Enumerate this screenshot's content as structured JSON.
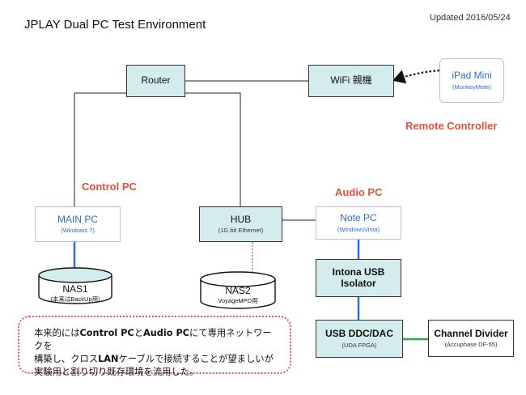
{
  "title": "JPLAY Dual PC Test Environment",
  "updated": "Updated 2016/05/24",
  "nodes": {
    "router": {
      "label": "Router"
    },
    "wifi": {
      "label": "WiFi 親機"
    },
    "ipad": {
      "label": "iPad Mini",
      "sub": "(MonkeyMote)"
    },
    "main_pc": {
      "label": "MAIN PC",
      "sub": "(Windows 7)"
    },
    "hub": {
      "label": "HUB",
      "sub": "(1G bit Ethernet)"
    },
    "note_pc": {
      "label": "Note PC",
      "sub": "(WindowsVista)"
    },
    "nas1": {
      "label": "NAS1",
      "sub": "(本来はBackUp用)"
    },
    "nas2": {
      "label": "NAS2",
      "sub": "VoyageMPD用"
    },
    "intona": {
      "label_line1": "Intona USB",
      "label_line2": "Isolator"
    },
    "usb_dac": {
      "label": "USB DDC/DAC",
      "sub": "(UDA FPGA)"
    },
    "channel_divider": {
      "label": "Channel Divider",
      "sub": "(Accuphase DF-55)"
    }
  },
  "section_labels": {
    "remote_controller": "Remote Controller",
    "control_pc": "Control PC",
    "audio_pc": "Audio PC"
  },
  "note": {
    "line1_a": "本来的には",
    "line1_b": "Control PC",
    "line1_c": "と",
    "line1_d": "Audio PC",
    "line1_e": "にて専用ネットワークを",
    "line2_a": "構築し、クロス",
    "line2_b": "LAN",
    "line2_c": "ケーブルで接続することが望ましいが",
    "line3": "実験用と割り切り既存環境を流用した。"
  },
  "colors": {
    "teal_fill": "#d4ecec",
    "lavender_border": "#c9b7e8",
    "accent_red": "#e0513e",
    "blue_text": "#2d6ecf",
    "usb_line": "#2f6fd6",
    "green_line": "#2aa84a",
    "note_border": "#d64fa6"
  }
}
